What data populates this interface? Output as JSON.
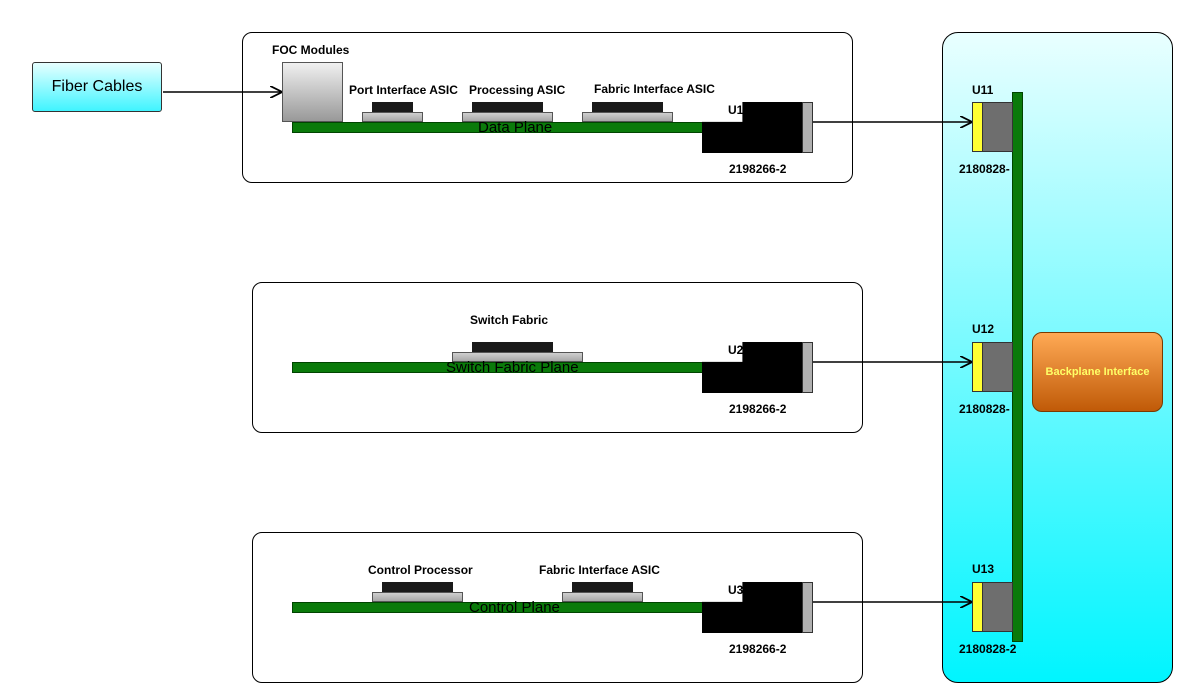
{
  "fiber": {
    "label": "Fiber Cables"
  },
  "foc": {
    "label": "FOC Modules"
  },
  "data_plane": {
    "name": "Data Plane",
    "ref": "U1",
    "part": "2198266-2",
    "components": [
      "Port Interface ASIC",
      "Processing ASIC",
      "Fabric Interface ASIC"
    ]
  },
  "switch_plane": {
    "name": "Switch Fabric Plane",
    "ref": "U2",
    "part": "2198266-2",
    "components": [
      "Switch Fabric"
    ]
  },
  "control_plane": {
    "name": "Control Plane",
    "ref": "U3",
    "part": "2198266-2",
    "components": [
      "Control Processor",
      "Fabric Interface ASIC"
    ]
  },
  "backplane": {
    "label": "Backplane Interface",
    "connectors": [
      {
        "ref": "U11",
        "part": "2180828-"
      },
      {
        "ref": "U12",
        "part": "2180828-"
      },
      {
        "ref": "U13",
        "part": "2180828-2"
      }
    ]
  }
}
